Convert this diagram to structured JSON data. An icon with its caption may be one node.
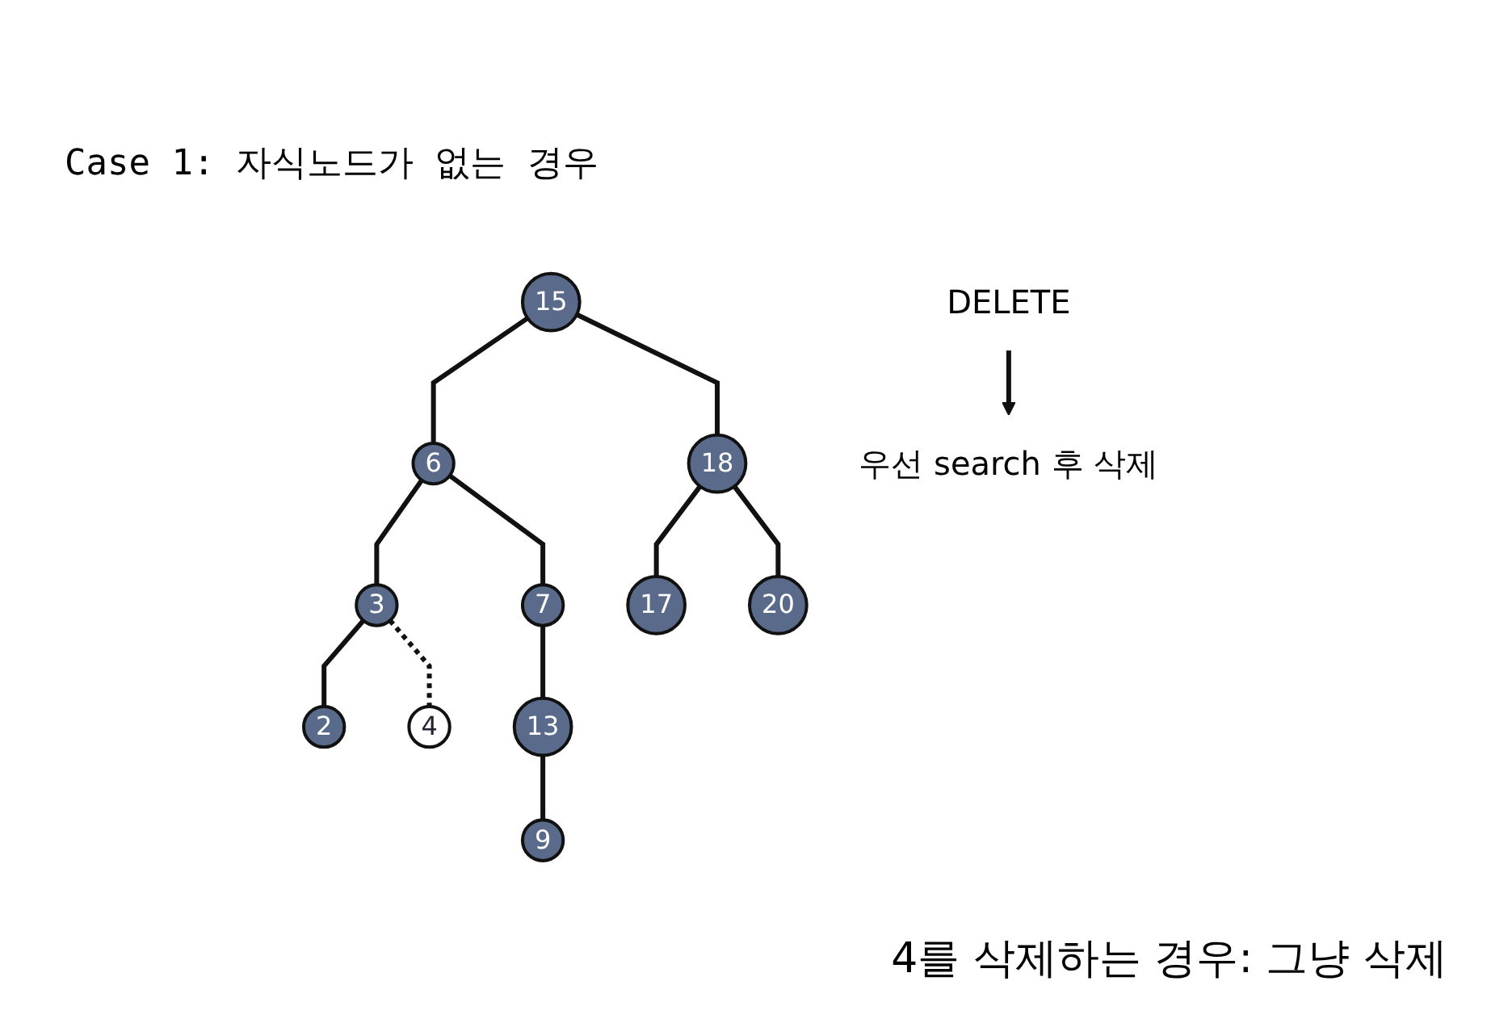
{
  "diagram": {
    "title": "Case 1: 자식노드가 없는 경우",
    "nodes": [
      {
        "text": [
          "15"
        ]
      },
      {
        "text": [
          "6"
        ]
      },
      {
        "text": [
          "18"
        ]
      },
      {
        "text": [
          "3"
        ]
      },
      {
        "text": [
          "7"
        ]
      },
      {
        "text": [
          "17"
        ]
      },
      {
        "text": [
          "20"
        ]
      },
      {
        "text": [
          "2"
        ]
      },
      {
        "text": [
          "4"
        ]
      },
      {
        "text": [
          "13"
        ]
      },
      {
        "text": [
          "9"
        ]
      },
      {
        "text": [
          "DELETE"
        ]
      },
      {
        "text": [
          "우선 search 후 삭제"
        ]
      }
    ],
    "edges": [
      {
        "from": 0,
        "to": 1,
        "arrow": "none"
      },
      {
        "from": 0,
        "to": 2,
        "arrow": "none"
      },
      {
        "from": 1,
        "to": 3,
        "arrow": "none"
      },
      {
        "from": 1,
        "to": 4,
        "arrow": "none"
      },
      {
        "from": 2,
        "to": 5,
        "arrow": "none"
      },
      {
        "from": 2,
        "to": 6,
        "arrow": "none"
      },
      {
        "from": 3,
        "to": 7,
        "arrow": "none"
      },
      {
        "from": 3,
        "to": 8,
        "arrow": "none",
        "style": "dashed"
      },
      {
        "from": 4,
        "to": 9,
        "arrow": "none"
      },
      {
        "from": 9,
        "to": 10,
        "arrow": "none"
      },
      {
        "from": 11,
        "to": 12,
        "arrow": "to"
      }
    ],
    "labels": [
      "4를 삭제하는 경우: 그냥 삭제"
    ]
  }
}
